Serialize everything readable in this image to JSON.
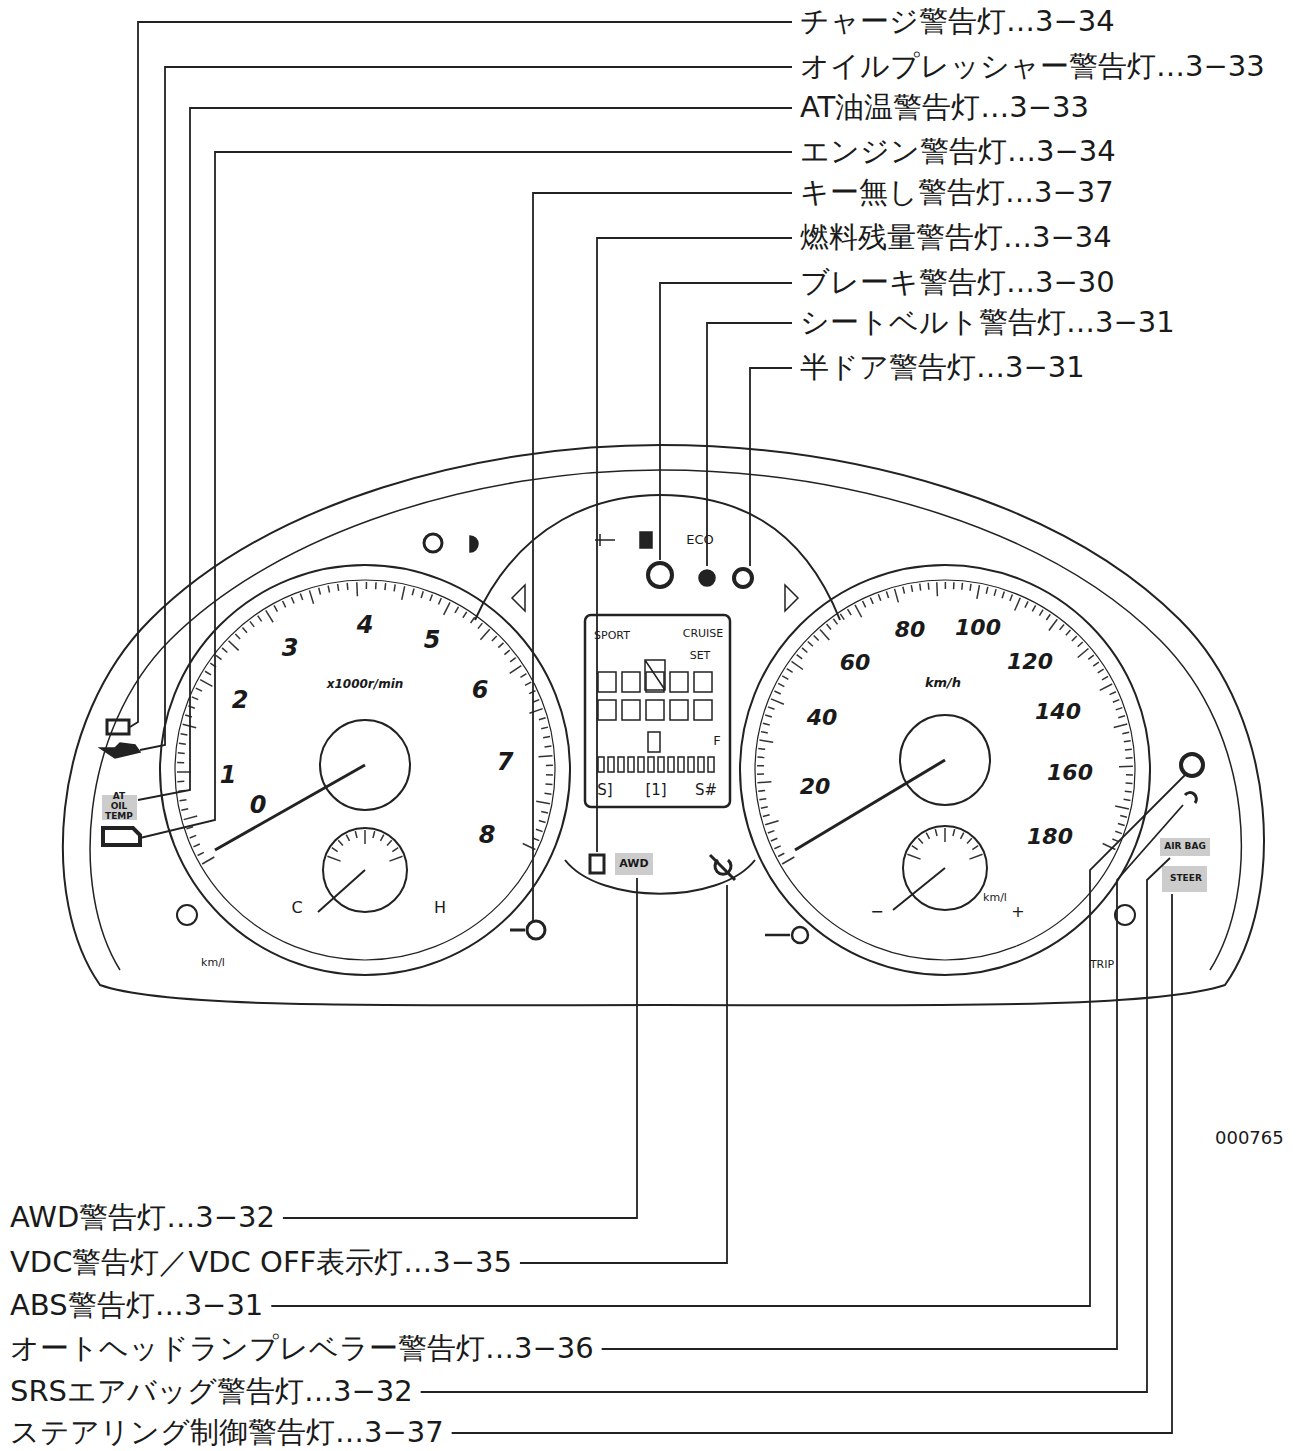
{
  "diagram": {
    "labels": [
      "チャージ警告灯…3−34",
      "オイルプレッシャー警告灯…3−33",
      "AT油温警告灯…3−33",
      "エンジン警告灯…3−34",
      "キー無し警告灯…3−37",
      "燃料残量警告灯…3−34",
      "ブレーキ警告灯…3−30",
      "シートベルト警告灯…3−31",
      "半ドア警告灯…3−31",
      "000765",
      "AWD警告灯…3−32",
      "VDC警告灯／VDC OFF表示灯…3−35",
      "ABS警告灯…3−31",
      "オートヘッドランプレベラー警告灯…3−36",
      "SRSエアバッグ警告灯…3−32",
      "ステアリング制御警告灯…3−37",
      "0",
      "1",
      "2",
      "3",
      "4",
      "5",
      "6",
      "7",
      "8",
      "x1000r/min",
      "C",
      "H",
      "20",
      "40",
      "60",
      "80",
      "100",
      "120",
      "140",
      "160",
      "180",
      "km/h",
      "km/l",
      "−",
      "+",
      "km/l",
      "TRIP",
      "SPORT",
      "CRUISE",
      "SET",
      "F",
      "S]",
      "[1]",
      "S#",
      "ECO",
      "AT OIL TEMP",
      "AWD",
      "AIR BAG",
      "STEER"
    ]
  }
}
